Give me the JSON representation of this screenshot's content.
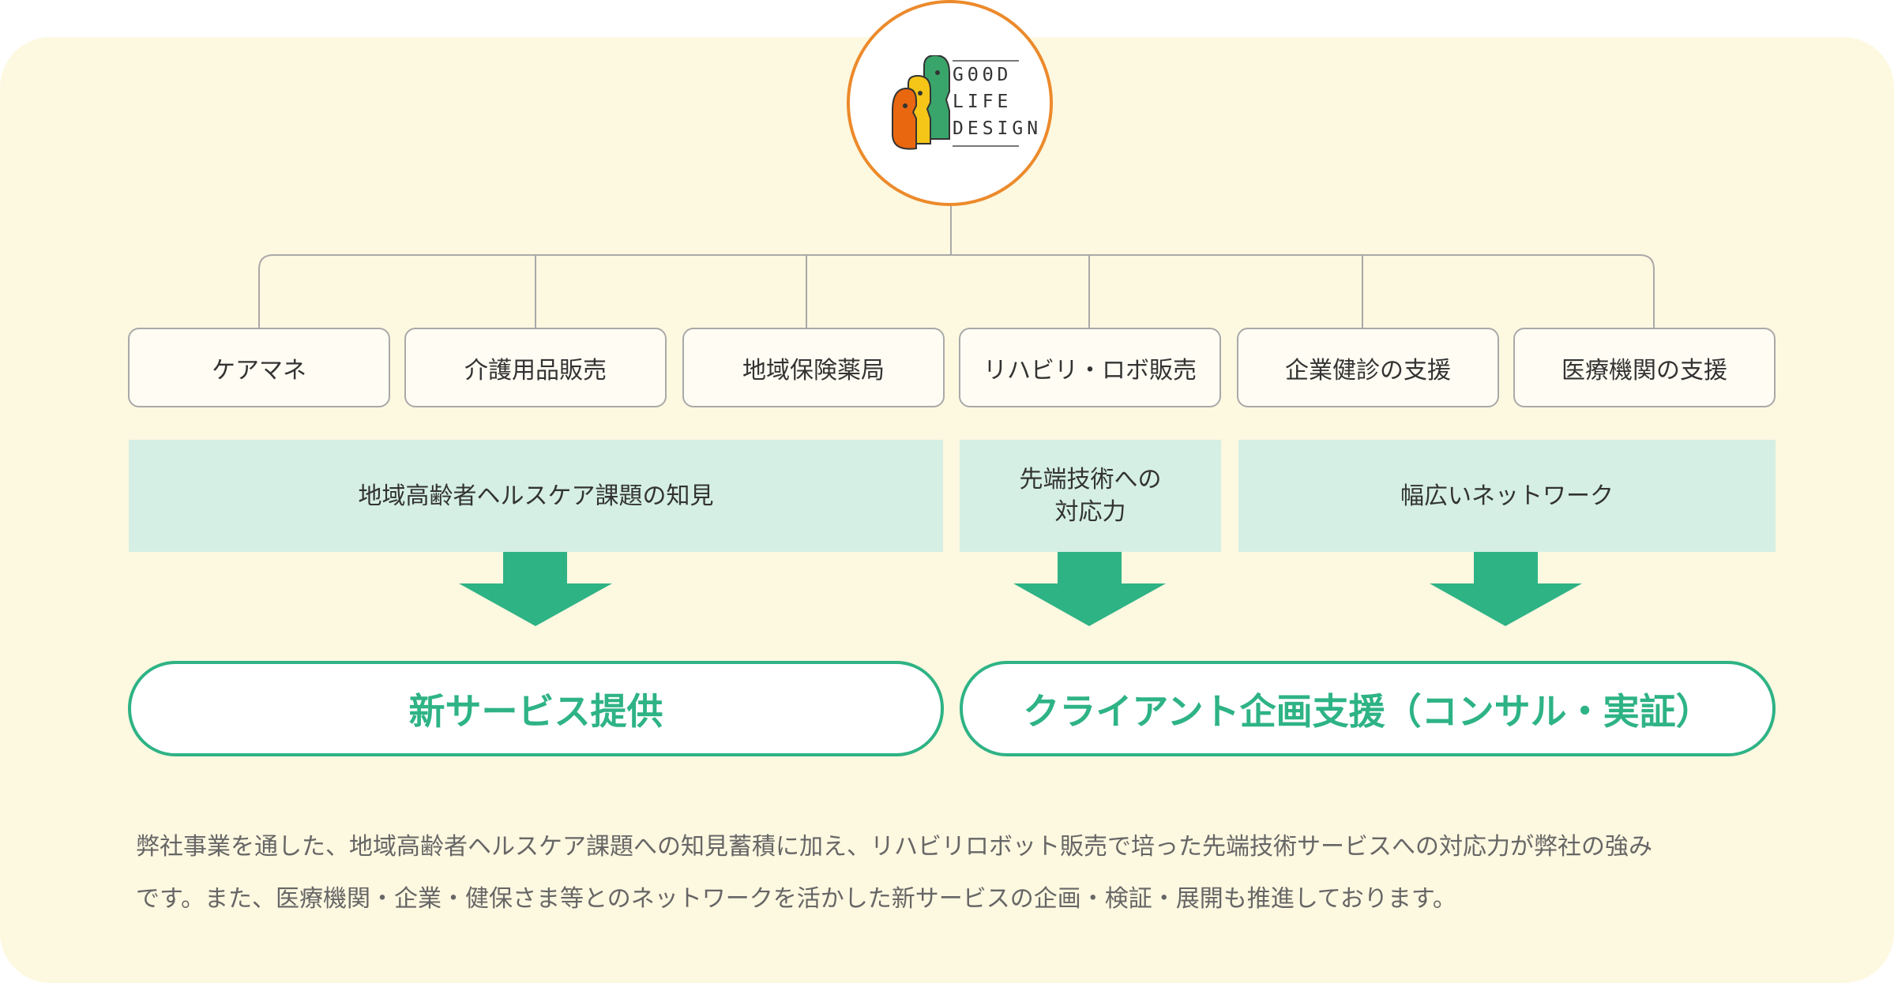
{
  "logo": {
    "line1": "GΘΘD",
    "line2": "LIFE",
    "line3": "DESIGN",
    "colors": {
      "orange": "#e8670f",
      "yellow": "#f5c518",
      "green": "#3aa56b",
      "ring": "#ec8a2b"
    }
  },
  "businesses": [
    "ケアマネ",
    "介護用品販売",
    "地域保険薬局",
    "リハビリ・ロボ販売",
    "企業健診の支援",
    "医療機関の支援"
  ],
  "strengths": [
    {
      "lines": [
        "地域高齢者ヘルスケア課題の知見"
      ]
    },
    {
      "lines": [
        "先端技術への",
        "対応力"
      ]
    },
    {
      "lines": [
        "幅広いネットワーク"
      ]
    }
  ],
  "results": [
    "新サービス提供",
    "クライアント企画支援（コンサル・実証）"
  ],
  "description": {
    "line1": "弊社事業を通した、地域高齢者ヘルスケア課題への知見蓄積に加え、リハビリロボット販売で培った先端技術サービスへの対応力が弊社の強み",
    "line2": "です。また、医療機関・企業・健保さま等とのネットワークを活かした新サービスの企画・検証・展開も推進しております。"
  },
  "colors": {
    "background": "#fdf8e0",
    "band": "#d5efe4",
    "accent": "#2eb385",
    "line": "#a9a9a9"
  }
}
